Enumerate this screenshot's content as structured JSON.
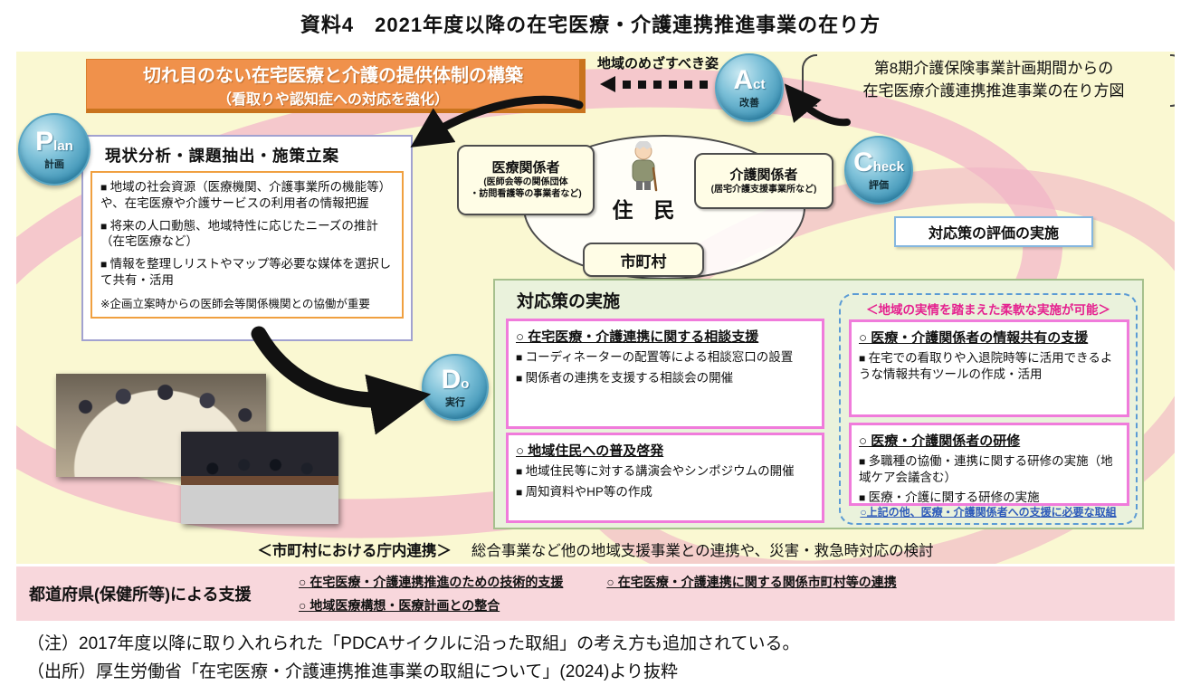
{
  "title": "資料4　2021年度以降の在宅医療・介護連携推進事業の在り方",
  "colors": {
    "stage_bg": "#faf8d2",
    "banner_orange": "#f0914b",
    "pdca_teal": "#3d93b5",
    "pink_border": "#f07bdb",
    "magenta_note": "#e5218f",
    "blue_note": "#2e5bba",
    "band_pink": "#f8d7dc",
    "green_bg": "#eaf2dc"
  },
  "goal_banner": {
    "line1": "切れ目のない在宅医療と介護の提供体制の構築",
    "line2": "（看取りや認知症への対応を強化）"
  },
  "vision_label": "地域のめざすべき姿",
  "note_top_right": {
    "line1": "第8期介護保険事業計画期間からの",
    "line2": "在宅医療介護連携推進事業の在り方図"
  },
  "pdca": {
    "plan": {
      "en": "Plan",
      "ja": "計画"
    },
    "do": {
      "en": "Do",
      "ja": "実行"
    },
    "check": {
      "en": "Check",
      "ja": "評価"
    },
    "act": {
      "en": "Act",
      "ja": "改善"
    }
  },
  "plan_box": {
    "header": "現状分析・課題抽出・施策立案",
    "bullets": [
      "地域の社会資源（医療機関、介護事業所の機能等）や、在宅医療や介護サービスの利用者の情報把握",
      "将来の人口動態、地域特性に応じたニーズの推計（在宅医療など）",
      "情報を整理しリストやマップ等必要な媒体を選択して共有・活用"
    ],
    "note": "※企画立案時からの医師会等関係機関との協働が重要"
  },
  "center": {
    "medical": {
      "title": "医療関係者",
      "sub1": "(医師会等の関係団体",
      "sub2": "・訪問看護等の事業者など)"
    },
    "care": {
      "title": "介護関係者",
      "sub": "(居宅介護支援事業所など)"
    },
    "resident": "住　民",
    "municipality": "市町村"
  },
  "check_box": "対応策の評価の実施",
  "do_section": {
    "header": "対応策の実施",
    "left_boxes": [
      {
        "title": "○ 在宅医療・介護連携に関する相談支援",
        "bullets": [
          "コーディネーターの配置等による相談窓口の設置",
          "関係者の連携を支援する相談会の開催"
        ]
      },
      {
        "title": "○ 地域住民への普及啓発",
        "bullets": [
          "地域住民等に対する講演会やシンポジウムの開催",
          "周知資料やHP等の作成"
        ]
      }
    ],
    "flex_note": "＜地域の実情を踏まえた柔軟な実施が可能＞",
    "right_boxes": [
      {
        "title": "○ 医療・介護関係者の情報共有の支援",
        "bullets": [
          "在宅での看取りや入退院時等に活用できるような情報共有ツールの作成・活用"
        ]
      },
      {
        "title": "○ 医療・介護関係者の研修",
        "bullets": [
          "多職種の協働・連携に関する研修の実施（地域ケア会議含む）",
          "医療・介護に関する研修の実施"
        ]
      }
    ],
    "other_note": "○上記の他、医療・介護関係者への支援に必要な取組"
  },
  "internal_coord": {
    "label": "＜市町村における庁内連携＞",
    "text": "総合事業など他の地域支援事業との連携や、災害・救急時対応の検討"
  },
  "prefecture_support": {
    "label": "都道府県(保健所等)による支援",
    "items": [
      "○ 在宅医療・介護連携推進のための技術的支援",
      "○ 在宅医療・介護連携に関する関係市町村等の連携",
      "○ 地域医療構想・医療計画との整合"
    ]
  },
  "footnotes": [
    "（注）2017年度以降に取り入れられた「PDCAサイクルに沿った取組」の考え方も追加されている。",
    "（出所）厚生労働省「在宅医療・介護連携推進事業の取組について」(2024)より抜粋"
  ]
}
